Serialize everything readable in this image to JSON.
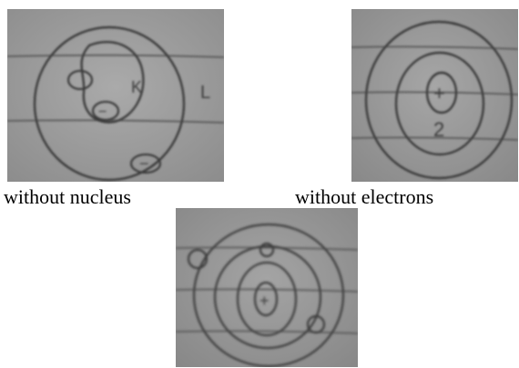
{
  "captions": {
    "first": "without nucleus",
    "second": "without electrons"
  },
  "sketches": {
    "first": {
      "shell_label": "K",
      "outer_label": "L",
      "minus_mark": "−"
    },
    "second": {
      "nucleus_mark": "+",
      "count_label": "2"
    },
    "third": {
      "nucleus_mark": "+"
    }
  },
  "colors": {
    "paper": "#9f9f9f",
    "ink": "#3a3a3a",
    "rule_line": "#5e5e5e"
  }
}
